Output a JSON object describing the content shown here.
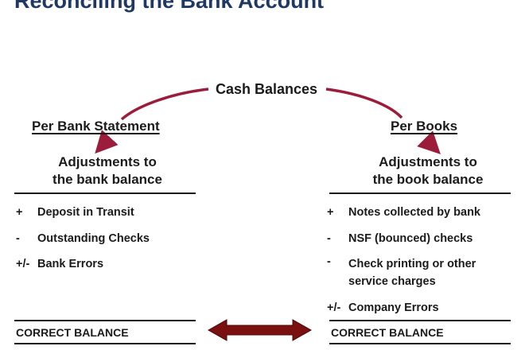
{
  "slide": {
    "title": "Reconciling the Bank Account"
  },
  "center": {
    "label": "Cash Balances"
  },
  "left": {
    "heading": "Per Bank Statement",
    "adjust_line1": "Adjustments to",
    "adjust_line2": "the bank balance",
    "items": [
      {
        "sign": "+",
        "text": "Deposit in Transit"
      },
      {
        "sign": "-",
        "text": "Outstanding Checks"
      },
      {
        "sign": "+/-",
        "text": "Bank Errors"
      }
    ],
    "correct": "CORRECT BALANCE"
  },
  "right": {
    "heading": "Per Books",
    "adjust_line1": "Adjustments to",
    "adjust_line2": "the book balance",
    "items": [
      {
        "sign": "+",
        "text": "Notes collected by bank"
      },
      {
        "sign": "-",
        "text": "NSF (bounced) checks"
      },
      {
        "sign": "-",
        "text": "Check printing or other",
        "text2": "service charges"
      },
      {
        "sign": "+/-",
        "text": "Company Errors"
      }
    ],
    "correct": "CORRECT BALANCE"
  },
  "colors": {
    "title": "#1f3864",
    "curve_arrow": "#9c1c3c",
    "double_arrow": "#7a1010"
  }
}
